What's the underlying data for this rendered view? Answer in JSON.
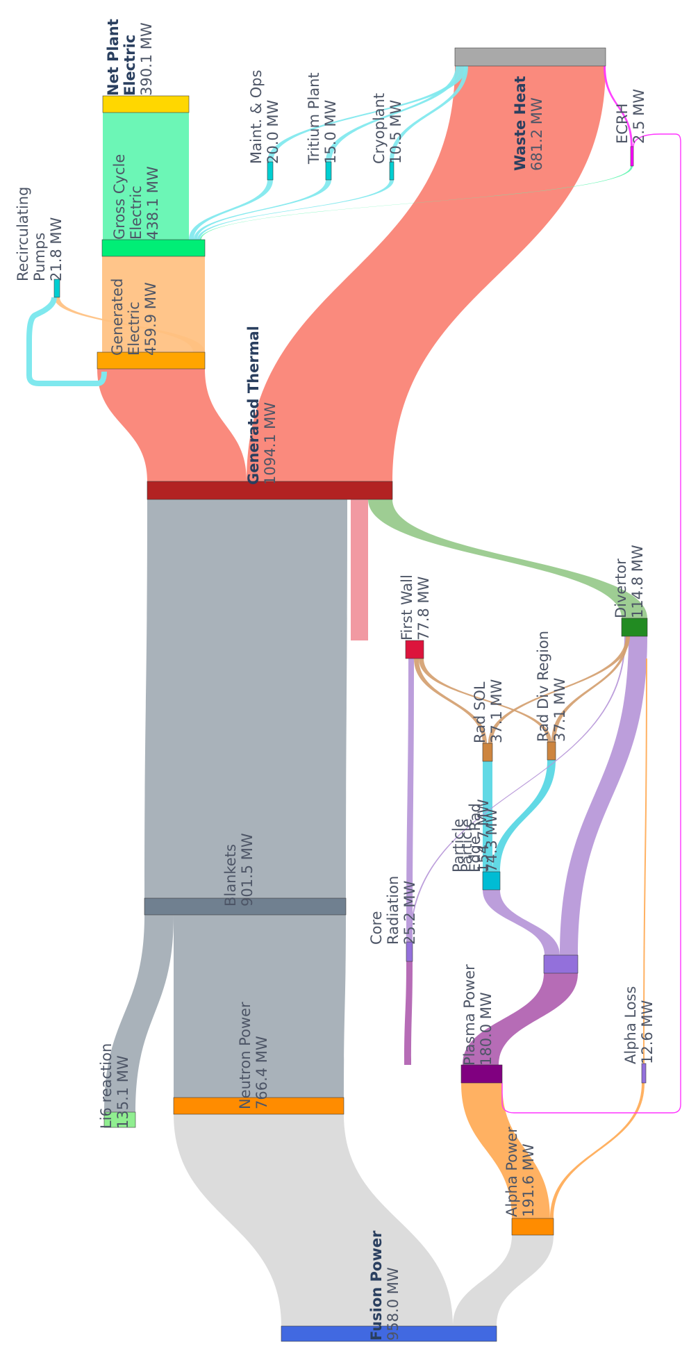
{
  "diagram": {
    "type": "sankey",
    "orientation": "rotated-vertical",
    "colors": {
      "fusion": "#4169e1",
      "li6": "#90ee90",
      "neutron": "#ff8c00",
      "blankets": "#708090",
      "generated_thermal": "#b22222",
      "generated_electric": "#ffa500",
      "gross_electric": "#00ee76",
      "net_electric": "#ffd700",
      "waste": "#a9a9a9",
      "alpha": "#ff8c00",
      "plasma": "#800080",
      "particle": "#9370db",
      "core_rad": "#9370db",
      "edge_rad": "#00bcd4",
      "rad_sol": "#cd853f",
      "rad_div": "#cd853f",
      "first_wall": "#dc143c",
      "divertor": "#228b22",
      "aux": "#00ced1",
      "ecrh": "#ff00ff",
      "alpha_loss": "#9370db",
      "link_fusion": "#dcdcdc",
      "link_blanket": "#a9b2ba",
      "link_thermal": "#fa8072",
      "link_elec_gen": "#ffc080",
      "link_gross": "#60f5b0",
      "link_alpha": "#ffaa55",
      "link_plasma": "#b060b0",
      "link_particle": "#b696d8",
      "link_edge": "#55d6e3",
      "link_rad": "#d4a070",
      "link_fw": "#f0909a",
      "link_div": "#96c98a",
      "link_aux": "#7fe8ee",
      "link_ecrh": "#ff33ff"
    },
    "nodes": [
      {
        "id": "fusion_power",
        "name": "Fusion Power",
        "value_label": "958.0 MW",
        "bold": true
      },
      {
        "id": "li6",
        "name": "Li6 reaction",
        "value_label": "135.1 MW"
      },
      {
        "id": "neutron_power",
        "name": "Neutron Power",
        "value_label": "766.4 MW"
      },
      {
        "id": "blankets",
        "name": "Blankets",
        "value_label": "901.5 MW"
      },
      {
        "id": "generated_thermal",
        "name": "Generated Thermal",
        "value_label": "1094.1 MW",
        "bold": true
      },
      {
        "id": "generated_electric",
        "name_lines": [
          "Generated",
          "Electric"
        ],
        "value_label": "459.9 MW"
      },
      {
        "id": "gross_electric",
        "name_lines": [
          "Gross Cycle",
          "Electric"
        ],
        "value_label": "438.1 MW"
      },
      {
        "id": "net_electric",
        "name_lines": [
          "Net Plant",
          "Electric"
        ],
        "value_label": "390.1 MW",
        "bold": true
      },
      {
        "id": "waste_heat",
        "name": "Waste Heat",
        "value_label": "681.2 MW",
        "bold": true
      },
      {
        "id": "recirc_pumps",
        "name_lines": [
          "Recirculating",
          "Pumps"
        ],
        "value_label": "21.8 MW"
      },
      {
        "id": "maint_ops",
        "name": "Maint. & Ops",
        "value_label": "20.0 MW"
      },
      {
        "id": "tritium_plant",
        "name": "Tritium Plant",
        "value_label": "15.0 MW"
      },
      {
        "id": "cryoplant",
        "name": "Cryoplant",
        "value_label": "10.5 MW"
      },
      {
        "id": "ecrh",
        "name": "ECRH",
        "value_label": "2.5 MW"
      },
      {
        "id": "alpha_power",
        "name": "Alpha Power",
        "value_label": "191.6 MW"
      },
      {
        "id": "alpha_loss",
        "name": "Alpha Loss",
        "value_label": "12.6 MW"
      },
      {
        "id": "plasma_power",
        "name": "Plasma Power",
        "value_label": "180.0 MW"
      },
      {
        "id": "core_radiation",
        "name_lines": [
          "Core",
          "Radiation"
        ],
        "value_label": "25.2 MW"
      },
      {
        "id": "particle",
        "name": "Particle",
        "value_label": "154.7 MW"
      },
      {
        "id": "edge_rad",
        "name_lines": [
          "Particle",
          "Edge Rad"
        ],
        "value_label": "74.3 MW"
      },
      {
        "id": "rad_sol",
        "name": "Rad SOL",
        "value_label": "37.1 MW"
      },
      {
        "id": "rad_div",
        "name": "Rad Div Region",
        "value_label": "37.1 MW"
      },
      {
        "id": "first_wall",
        "name": "First Wall",
        "value_label": "77.8 MW"
      },
      {
        "id": "divertor",
        "name": "Divertor",
        "value_label": "114.8 MW"
      }
    ],
    "links": [
      {
        "source": "fusion_power",
        "target": "neutron_power",
        "value": 766.4
      },
      {
        "source": "fusion_power",
        "target": "alpha_power",
        "value": 191.6
      },
      {
        "source": "li6",
        "target": "blankets",
        "value": 135.1
      },
      {
        "source": "neutron_power",
        "target": "blankets",
        "value": 766.4
      },
      {
        "source": "blankets",
        "target": "generated_thermal",
        "value": 901.5
      },
      {
        "source": "alpha_power",
        "target": "plasma_power",
        "value": 179.0
      },
      {
        "source": "alpha_power",
        "target": "alpha_loss",
        "value": 12.6
      },
      {
        "source": "ecrh",
        "target": "plasma_power",
        "value": 2.5
      },
      {
        "source": "plasma_power",
        "target": "particle",
        "value": 154.7
      },
      {
        "source": "plasma_power",
        "target": "core_radiation",
        "value": 25.2
      },
      {
        "source": "particle",
        "target": "edge_rad",
        "value": 74.3
      },
      {
        "source": "particle",
        "target": "divertor",
        "value": 80.4
      },
      {
        "source": "edge_rad",
        "target": "rad_sol",
        "value": 37.1
      },
      {
        "source": "edge_rad",
        "target": "rad_div",
        "value": 37.1
      },
      {
        "source": "core_radiation",
        "target": "first_wall",
        "value": 12.6
      },
      {
        "source": "core_radiation",
        "target": "divertor",
        "value": 12.6
      },
      {
        "source": "rad_sol",
        "target": "first_wall",
        "value": 18.6
      },
      {
        "source": "rad_sol",
        "target": "divertor",
        "value": 18.5
      },
      {
        "source": "rad_div",
        "target": "first_wall",
        "value": 18.6
      },
      {
        "source": "rad_div",
        "target": "divertor",
        "value": 18.5
      },
      {
        "source": "alpha_loss",
        "target": "first_wall",
        "value": 12.6
      },
      {
        "source": "first_wall",
        "target": "generated_thermal",
        "value": 77.8
      },
      {
        "source": "divertor",
        "target": "generated_thermal",
        "value": 114.8
      },
      {
        "source": "generated_thermal",
        "target": "generated_electric",
        "value": 459.9
      },
      {
        "source": "generated_thermal",
        "target": "waste_heat",
        "value": 634.2
      },
      {
        "source": "generated_electric",
        "target": "gross_electric",
        "value": 438.1
      },
      {
        "source": "generated_electric",
        "target": "recirc_pumps",
        "value": 21.8
      },
      {
        "source": "recirc_pumps",
        "target": "generated_electric",
        "value": 21.8
      },
      {
        "source": "gross_electric",
        "target": "net_electric",
        "value": 390.1
      },
      {
        "source": "gross_electric",
        "target": "maint_ops",
        "value": 20.0
      },
      {
        "source": "gross_electric",
        "target": "tritium_plant",
        "value": 15.0
      },
      {
        "source": "gross_electric",
        "target": "cryoplant",
        "value": 10.5
      },
      {
        "source": "gross_electric",
        "target": "ecrh",
        "value": 2.5
      },
      {
        "source": "maint_ops",
        "target": "waste_heat",
        "value": 20.0
      },
      {
        "source": "tritium_plant",
        "target": "waste_heat",
        "value": 15.0
      },
      {
        "source": "cryoplant",
        "target": "waste_heat",
        "value": 10.5
      },
      {
        "source": "ecrh",
        "target": "waste_heat",
        "value": 2.5
      }
    ]
  }
}
